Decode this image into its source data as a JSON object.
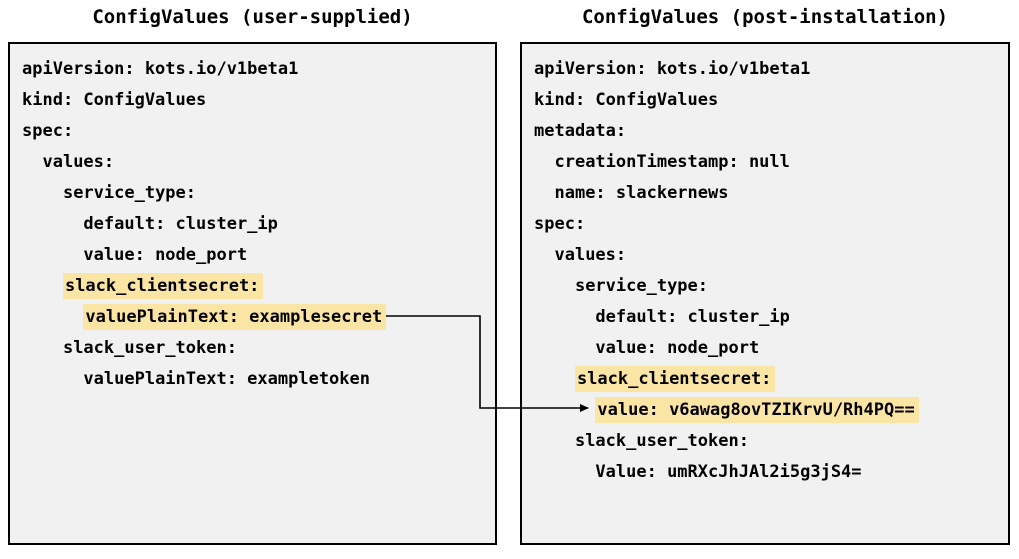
{
  "left_panel": {
    "title": "ConfigValues (user-supplied)",
    "lines": [
      {
        "indent": 0,
        "text": "apiVersion: kots.io/v1beta1",
        "highlight": false
      },
      {
        "indent": 0,
        "text": "kind: ConfigValues",
        "highlight": false
      },
      {
        "indent": 0,
        "text": "spec:",
        "highlight": false
      },
      {
        "indent": 2,
        "text": "values:",
        "highlight": false
      },
      {
        "indent": 4,
        "text": "service_type:",
        "highlight": false
      },
      {
        "indent": 6,
        "text": "default: cluster_ip",
        "highlight": false
      },
      {
        "indent": 6,
        "text": "value: node_port",
        "highlight": false
      },
      {
        "indent": 4,
        "text": "slack_clientsecret:",
        "highlight": true
      },
      {
        "indent": 6,
        "text": "valuePlainText: examplesecret",
        "highlight": true
      },
      {
        "indent": 4,
        "text": "slack_user_token:",
        "highlight": false
      },
      {
        "indent": 6,
        "text": "valuePlainText: exampletoken",
        "highlight": false
      }
    ]
  },
  "right_panel": {
    "title": "ConfigValues (post-installation)",
    "lines": [
      {
        "indent": 0,
        "text": "apiVersion: kots.io/v1beta1",
        "highlight": false
      },
      {
        "indent": 0,
        "text": "kind: ConfigValues",
        "highlight": false
      },
      {
        "indent": 0,
        "text": "metadata:",
        "highlight": false
      },
      {
        "indent": 2,
        "text": "creationTimestamp: null",
        "highlight": false
      },
      {
        "indent": 2,
        "text": "name: slackernews",
        "highlight": false
      },
      {
        "indent": 0,
        "text": "spec:",
        "highlight": false
      },
      {
        "indent": 2,
        "text": "values:",
        "highlight": false
      },
      {
        "indent": 4,
        "text": "service_type:",
        "highlight": false
      },
      {
        "indent": 6,
        "text": "default: cluster_ip",
        "highlight": false
      },
      {
        "indent": 6,
        "text": "value: node_port",
        "highlight": false
      },
      {
        "indent": 4,
        "text": "slack_clientsecret:",
        "highlight": true
      },
      {
        "indent": 6,
        "text": "value: v6awag8ovTZIKrvU/Rh4PQ==",
        "highlight": true
      },
      {
        "indent": 4,
        "text": "slack_user_token:",
        "highlight": false
      },
      {
        "indent": 6,
        "text": "Value: umRXcJhJAl2i5g3jS4=",
        "highlight": false
      }
    ]
  },
  "colors": {
    "highlight": "#fbe5a5",
    "panel_bg": "#f1f1f1",
    "arrow": "#000000"
  }
}
